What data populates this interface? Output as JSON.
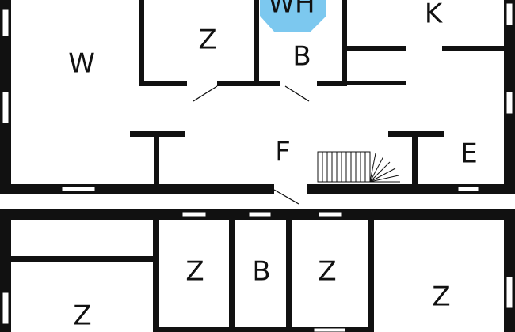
{
  "floor_plan": {
    "colors": {
      "wall": "#111111",
      "background": "#ffffff",
      "wh_highlight": "#7cc8ef"
    },
    "rooms": [
      {
        "id": "living-room",
        "label": "W"
      },
      {
        "id": "bedroom-top",
        "label": "Z"
      },
      {
        "id": "washroom",
        "label": "WH"
      },
      {
        "id": "bathroom-top",
        "label": "B"
      },
      {
        "id": "kitchen",
        "label": "K"
      },
      {
        "id": "hallway",
        "label": "F"
      },
      {
        "id": "entrance",
        "label": "E"
      },
      {
        "id": "bedroom-bottom-1",
        "label": "Z"
      },
      {
        "id": "bathroom-bottom",
        "label": "B"
      },
      {
        "id": "bedroom-bottom-2",
        "label": "Z"
      },
      {
        "id": "bedroom-bottom-left",
        "label": "Z"
      },
      {
        "id": "bedroom-bottom-right",
        "label": "Z"
      }
    ]
  }
}
